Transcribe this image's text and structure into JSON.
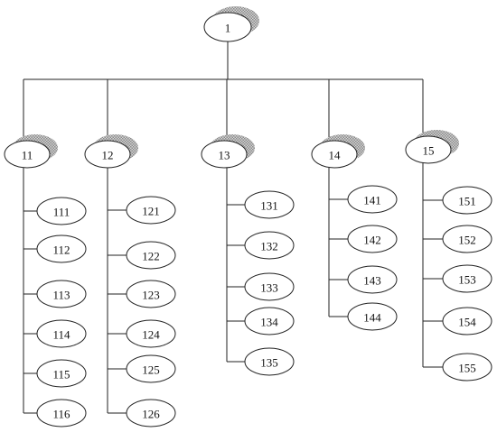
{
  "root": "1",
  "groups": [
    {
      "label": "11",
      "children": [
        "111",
        "112",
        "113",
        "114",
        "115",
        "116"
      ]
    },
    {
      "label": "12",
      "children": [
        "121",
        "122",
        "123",
        "124",
        "125",
        "126"
      ]
    },
    {
      "label": "13",
      "children": [
        "131",
        "132",
        "133",
        "134",
        "135"
      ]
    },
    {
      "label": "14",
      "children": [
        "141",
        "142",
        "143",
        "144"
      ]
    },
    {
      "label": "15",
      "children": [
        "151",
        "152",
        "153",
        "154",
        "155"
      ]
    }
  ],
  "colors": {
    "line": "#222222",
    "node_fill": "#ffffff",
    "node_stroke": "#222222",
    "shadow": "#9a9a9a"
  }
}
